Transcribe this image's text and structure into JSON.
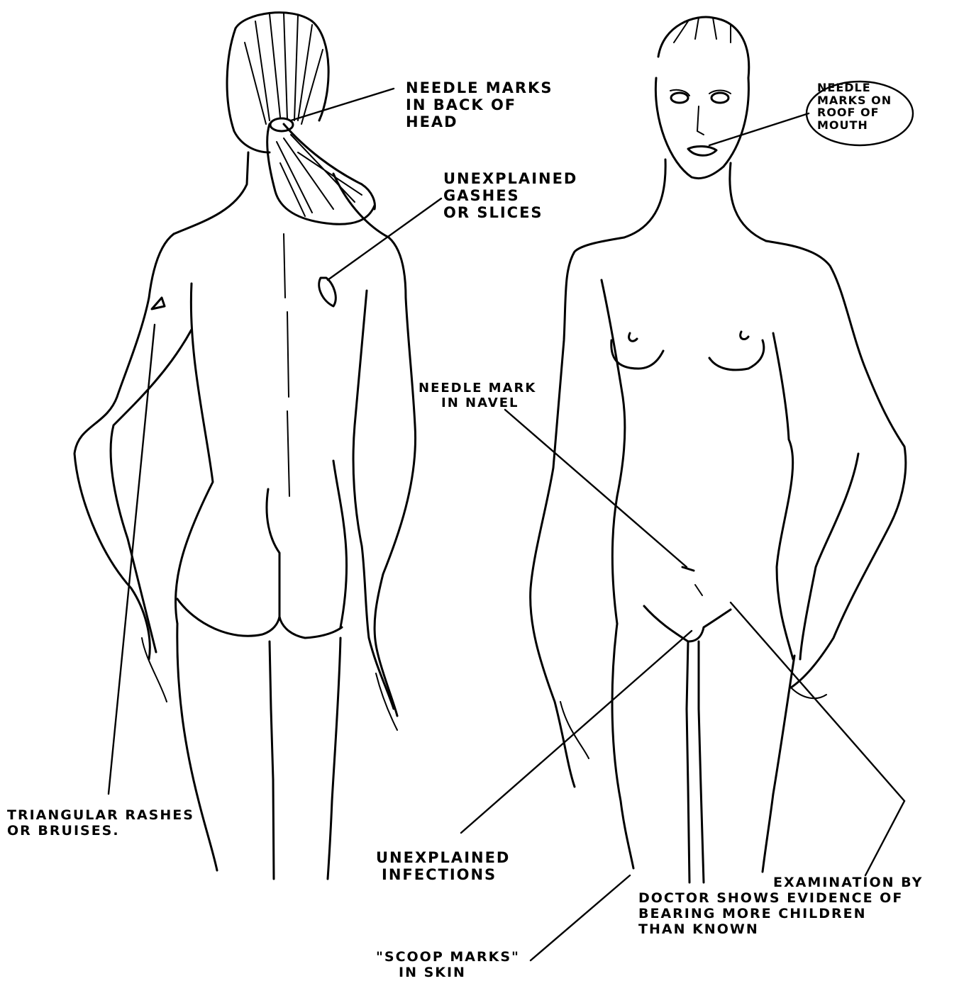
{
  "annotations": {
    "needle_head": [
      "Needle Marks",
      "IN BACK OF",
      "HEAD"
    ],
    "gashes": [
      "UNEXPLAINED",
      "GASHES",
      "OR SLICES"
    ],
    "needle_mouth": [
      "NEEDLE",
      "MARKS ON",
      "ROOF OF",
      "MOUTH"
    ],
    "needle_navel": [
      "NEEDLE MARK",
      "IN NAVEL"
    ],
    "triangular": [
      "TRIANGULAR RASHES",
      "OR BRUISES."
    ],
    "infections": [
      "UNEXPLAINED",
      "INFECTIONS"
    ],
    "exam": [
      "EXAMINATION BY",
      "DOCTOR SHOWS EVIDENCE OF",
      "BEARING MORE CHILDREN",
      "THAN KNOWN"
    ],
    "scoop": [
      "\"SCOOP MARKS\"",
      "IN SKIN"
    ]
  }
}
